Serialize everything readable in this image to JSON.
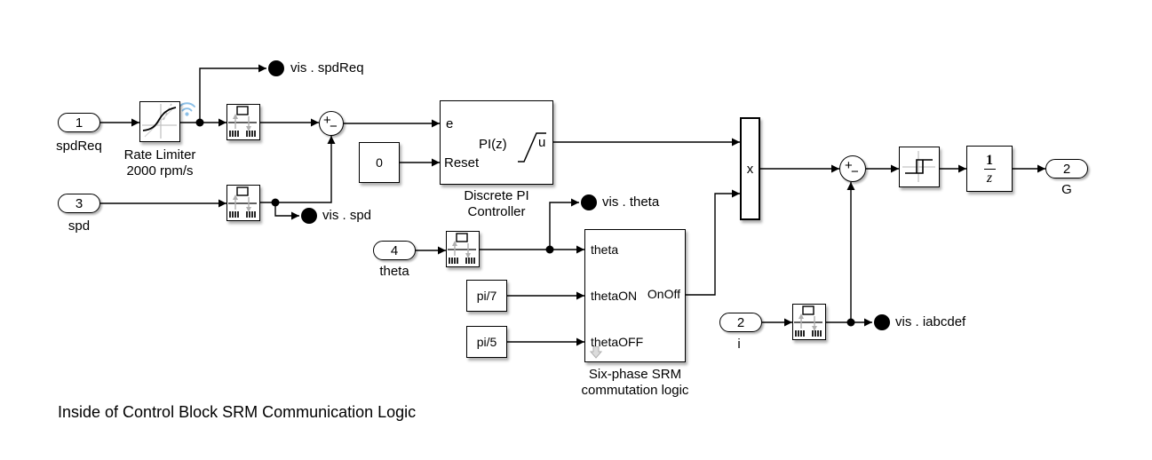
{
  "diagram_caption": "Inside of Control Block SRM Communication Logic",
  "inports": {
    "spdReq": {
      "number": "1",
      "label": "spdReq"
    },
    "spd": {
      "number": "3",
      "label": "spd"
    },
    "theta": {
      "number": "4",
      "label": "theta"
    },
    "i": {
      "number": "2",
      "label": "i"
    }
  },
  "outports": {
    "G": {
      "number": "2",
      "label": "G"
    }
  },
  "blocks": {
    "rate_limiter": {
      "label": "Rate Limiter",
      "sublabel": "2000 rpm/s"
    },
    "constant_zero": {
      "value": "0"
    },
    "constant_pi7": {
      "value": "pi/7"
    },
    "constant_pi5": {
      "value": "pi/5"
    },
    "discrete_pi": {
      "port_e": "e",
      "port_reset": "Reset",
      "body_text": "PI(z)",
      "port_u": "u",
      "name_line1": "Discrete PI",
      "name_line2": "Controller"
    },
    "commutation": {
      "port_theta": "theta",
      "port_thetaON": "thetaON",
      "port_thetaOFF": "thetaOFF",
      "port_OnOff": "OnOff",
      "name_line1": "Six-phase SRM",
      "name_line2": "commutation logic"
    },
    "product": {
      "label": "x"
    },
    "sum_speed": {
      "plus": "+",
      "minus": "−"
    },
    "sum_current": {
      "plus": "+",
      "minus": "−"
    },
    "unit_delay": {
      "numerator": "1",
      "denominator": "z"
    }
  },
  "scope_terminators": {
    "vis_spdReq": "vis . spdReq",
    "vis_spd": "vis . spd",
    "vis_theta": "vis . theta",
    "vis_iabcdef": "vis . iabcdef"
  },
  "colors": {
    "background": "#ffffff",
    "wire": "#000000",
    "icon_gray": "#b0b0b0",
    "axis_gray": "#c4c4c4",
    "wireless_blue": "#8cc0e8"
  }
}
